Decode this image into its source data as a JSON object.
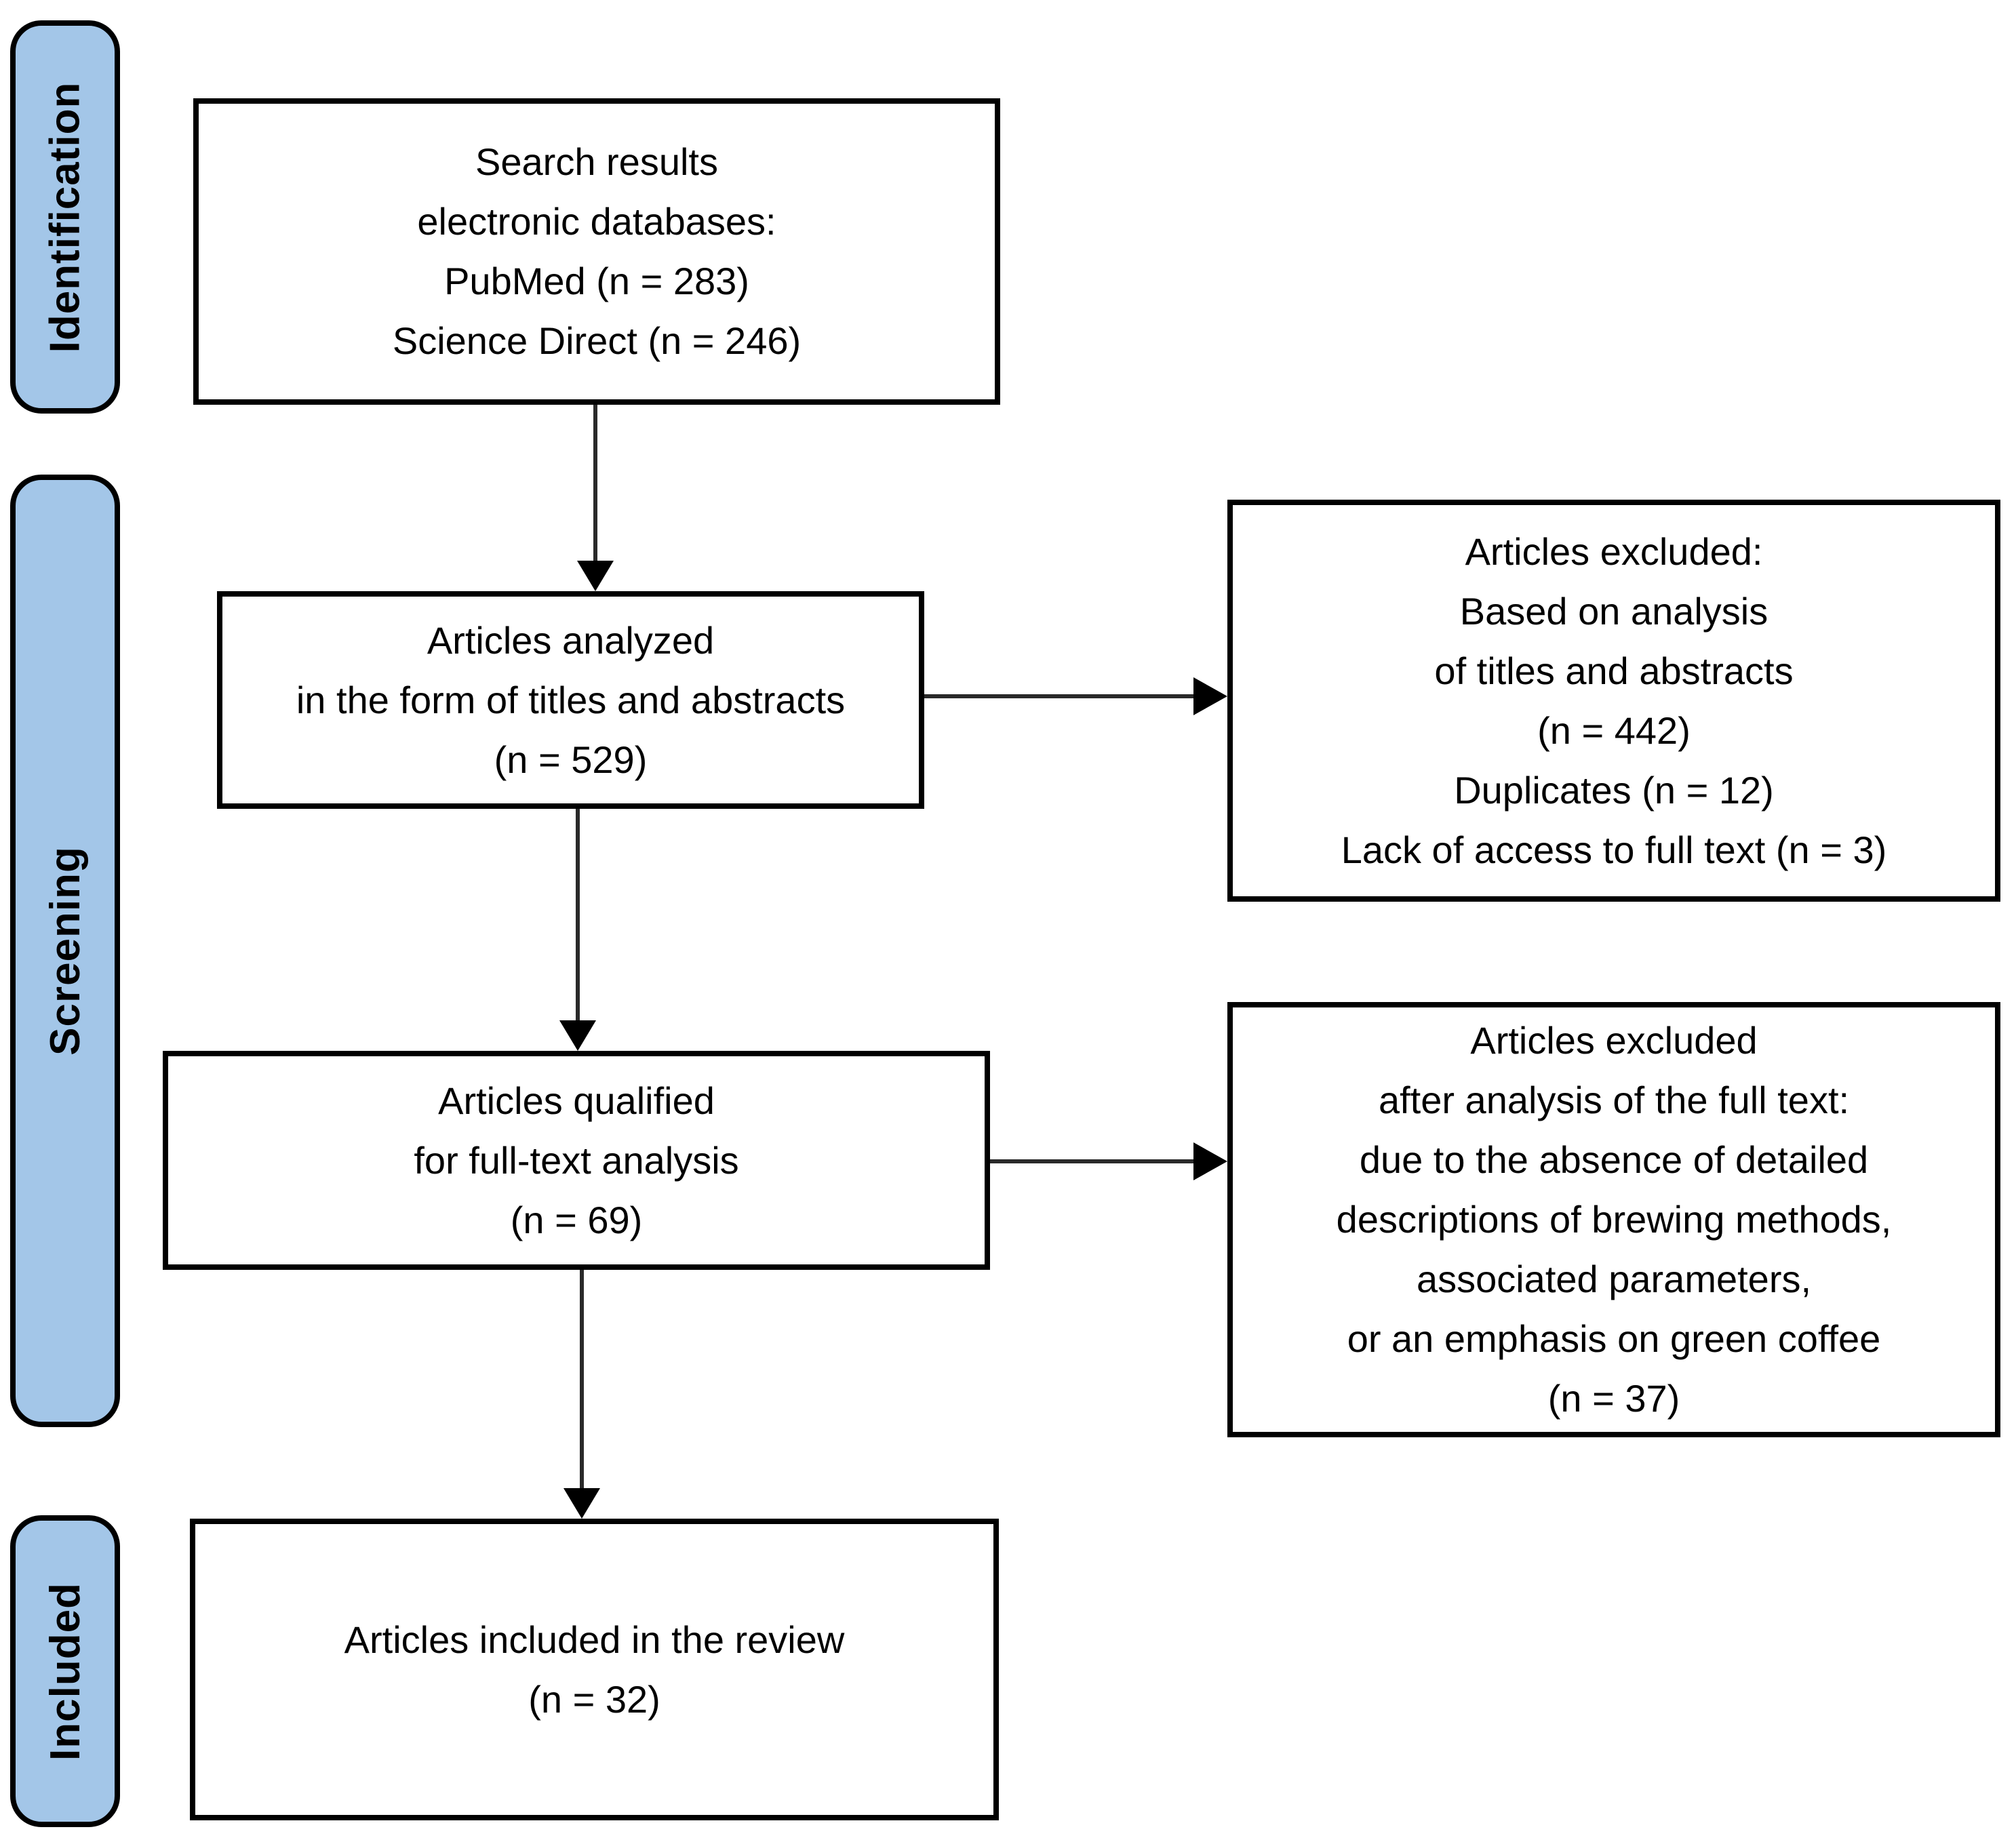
{
  "figure": {
    "kind": "prisma-flow-diagram",
    "stages": [
      {
        "label": "Identification"
      },
      {
        "label": "Screening"
      },
      {
        "label": "Included"
      }
    ],
    "boxes": {
      "search": {
        "text": "Search results\nelectronic databases:\nPubMed (n = 283)\nScience Direct (n = 246)"
      },
      "analyzed": {
        "text": "Articles analyzed\nin the form of titles and abstracts\n(n = 529)"
      },
      "excluded_screening": {
        "text": "Articles excluded:\nBased on analysis\nof titles and abstracts\n(n = 442)\nDuplicates (n = 12)\nLack of access to full text (n = 3)"
      },
      "qualified": {
        "text": "Articles qualified\nfor full-text analysis\n(n = 69)"
      },
      "excluded_fulltext": {
        "text": "Articles excluded\nafter analysis of the full text:\ndue to the absence of detailed\ndescriptions of brewing methods,\nassociated parameters,\nor an emphasis on green coffee\n(n = 37)"
      },
      "included": {
        "text": "Articles included in the review\n(n = 32)"
      }
    },
    "counts": {
      "pubmed": 283,
      "science_direct": 246,
      "analyzed_titles_abstracts": 529,
      "excluded_titles_abstracts": 442,
      "duplicates": 12,
      "lack_of_full_text_access": 3,
      "qualified_full_text": 69,
      "excluded_after_full_text": 37,
      "included_in_review": 32
    },
    "colors": {
      "stage_fill": "#a3c6e8",
      "border": "#000000",
      "arrow": "#2a2a2a",
      "background": "#ffffff",
      "text": "#000000"
    }
  }
}
